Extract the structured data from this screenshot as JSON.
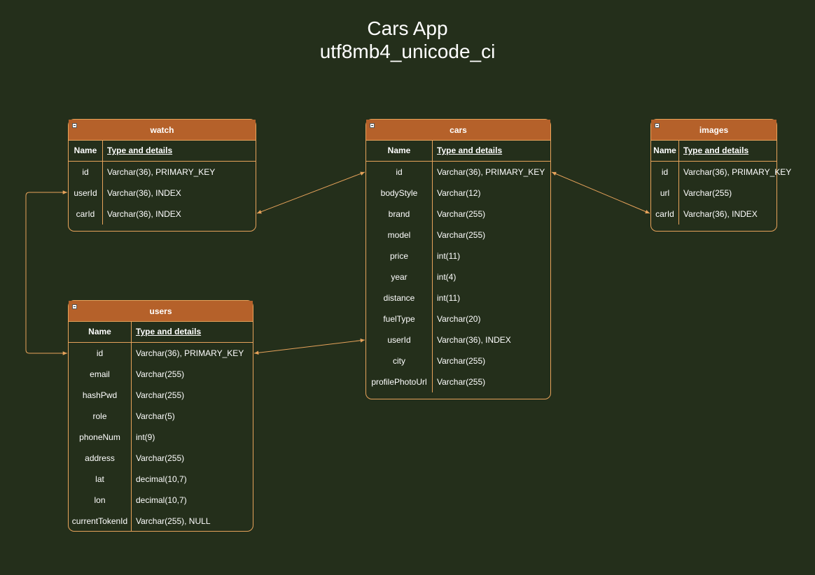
{
  "title": {
    "line1": "Cars App",
    "line2": "utf8mb4_unicode_ci"
  },
  "colors": {
    "background": "#242f1b",
    "header_fill": "#b5612a",
    "stroke": "#e7a35b"
  },
  "tables": {
    "watch": {
      "name": "watch",
      "col_name": "Name",
      "col_type": "Type and details",
      "rows": [
        {
          "name": "id",
          "type": "Varchar(36), PRIMARY_KEY"
        },
        {
          "name": "userId",
          "type": "Varchar(36), INDEX"
        },
        {
          "name": "carId",
          "type": "Varchar(36), INDEX"
        }
      ]
    },
    "cars": {
      "name": "cars",
      "col_name": "Name",
      "col_type": "Type and details",
      "rows": [
        {
          "name": "id",
          "type": "Varchar(36), PRIMARY_KEY"
        },
        {
          "name": "bodyStyle",
          "type": "Varchar(12)"
        },
        {
          "name": "brand",
          "type": "Varchar(255)"
        },
        {
          "name": "model",
          "type": "Varchar(255)"
        },
        {
          "name": "price",
          "type": "int(11)"
        },
        {
          "name": "year",
          "type": "int(4)"
        },
        {
          "name": "distance",
          "type": "int(11)"
        },
        {
          "name": "fuelType",
          "type": "Varchar(20)"
        },
        {
          "name": "userId",
          "type": "Varchar(36), INDEX"
        },
        {
          "name": "city",
          "type": "Varchar(255)"
        },
        {
          "name": "profilePhotoUrl",
          "type": "Varchar(255)"
        }
      ]
    },
    "images": {
      "name": "images",
      "col_name": "Name",
      "col_type": "Type and details",
      "rows": [
        {
          "name": "id",
          "type": "Varchar(36), PRIMARY_KEY"
        },
        {
          "name": "url",
          "type": "Varchar(255)"
        },
        {
          "name": "carId",
          "type": "Varchar(36), INDEX"
        }
      ]
    },
    "users": {
      "name": "users",
      "col_name": "Name",
      "col_type": "Type and details",
      "rows": [
        {
          "name": "id",
          "type": "Varchar(36), PRIMARY_KEY"
        },
        {
          "name": "email",
          "type": "Varchar(255)"
        },
        {
          "name": "hashPwd",
          "type": "Varchar(255)"
        },
        {
          "name": "role",
          "type": "Varchar(5)"
        },
        {
          "name": "phoneNum",
          "type": "int(9)"
        },
        {
          "name": "address",
          "type": "Varchar(255)"
        },
        {
          "name": "lat",
          "type": "decimal(10,7)"
        },
        {
          "name": "lon",
          "type": "decimal(10,7)"
        },
        {
          "name": "currentTokenId",
          "type": "Varchar(255), NULL"
        }
      ]
    }
  },
  "relations": [
    {
      "from": "watch.carId",
      "to": "cars.id"
    },
    {
      "from": "images.carId",
      "to": "cars.id"
    },
    {
      "from": "watch.userId",
      "to": "users.id"
    },
    {
      "from": "users.id",
      "to": "cars.userId"
    }
  ]
}
